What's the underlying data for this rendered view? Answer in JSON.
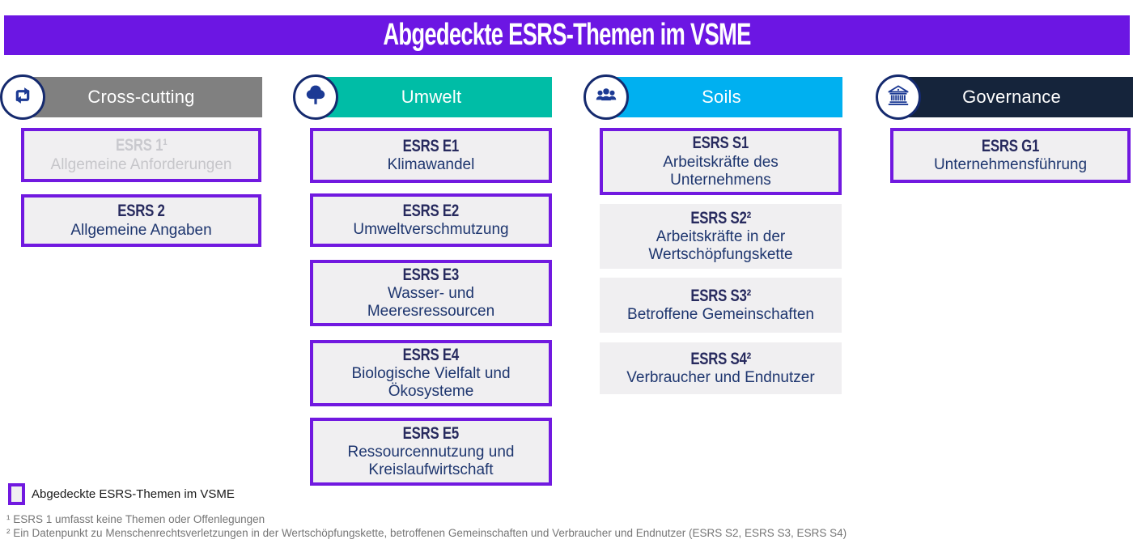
{
  "banner": {
    "title": "Abgedeckte ESRS-Themen im VSME"
  },
  "colors": {
    "banner_purple": "#6c16e3",
    "covered_border_purple": "#7119e0",
    "box_fill_gray": "#f0eff1",
    "navy_text": "#1e366f",
    "cross_cutting_gray": "#808080",
    "umwelt_teal": "#00bda6",
    "soziales_blue": "#00b0f0",
    "governance_navy": "#15243b"
  },
  "columns": [
    {
      "id": "cross-cutting",
      "label": "Cross-cutting",
      "icon": "repeat-icon",
      "boxes": [
        {
          "code": "ESRS 1¹",
          "name": "Allgemeine Anforderungen",
          "covered": true,
          "muted": true
        },
        {
          "code": "ESRS 2",
          "name": "Allgemeine Angaben",
          "covered": true
        }
      ]
    },
    {
      "id": "umwelt",
      "label": "Umwelt",
      "icon": "tree-icon",
      "boxes": [
        {
          "code": "ESRS E1",
          "name": "Klimawandel",
          "covered": true
        },
        {
          "code": "ESRS E2",
          "name": "Umweltverschmutzung",
          "covered": true
        },
        {
          "code": "ESRS E3",
          "name": "Wasser- und\nMeeresressourcen",
          "covered": true
        },
        {
          "code": "ESRS E4",
          "name": "Biologische Vielfalt und\nÖkosysteme",
          "covered": true
        },
        {
          "code": "ESRS E5",
          "name": "Ressourcennutzung und\nKreislaufwirtschaft",
          "covered": true
        }
      ]
    },
    {
      "id": "soziales",
      "label": "Soils",
      "icon": "people-icon",
      "boxes": [
        {
          "code": "ESRS S1",
          "name": "Arbeitskräfte des\nUnternehmens",
          "covered": true
        },
        {
          "code": "ESRS S2²",
          "name": "Arbeitskräfte in der\nWertschöpfungskette",
          "covered": false
        },
        {
          "code": "ESRS S3²",
          "name": "Betroffene Gemeinschaften",
          "covered": false
        },
        {
          "code": "ESRS S4²",
          "name": "Verbraucher und Endnutzer",
          "covered": false
        }
      ]
    },
    {
      "id": "governance",
      "label": "Governance",
      "icon": "bank-icon",
      "boxes": [
        {
          "code": "ESRS G1",
          "name": "Unternehmensführung",
          "covered": true
        }
      ]
    }
  ],
  "legend": {
    "label": "Abgedeckte ESRS-Themen im VSME"
  },
  "footnotes": [
    "¹ ESRS 1 umfasst keine Themen oder Offenlegungen",
    "² Ein Datenpunkt zu Menschenrechtsverletzungen in der Wertschöpfungskette, betroffenen Gemeinschaften und Verbraucher und Endnutzer (ESRS S2, ESRS S3, ESRS S4)"
  ]
}
